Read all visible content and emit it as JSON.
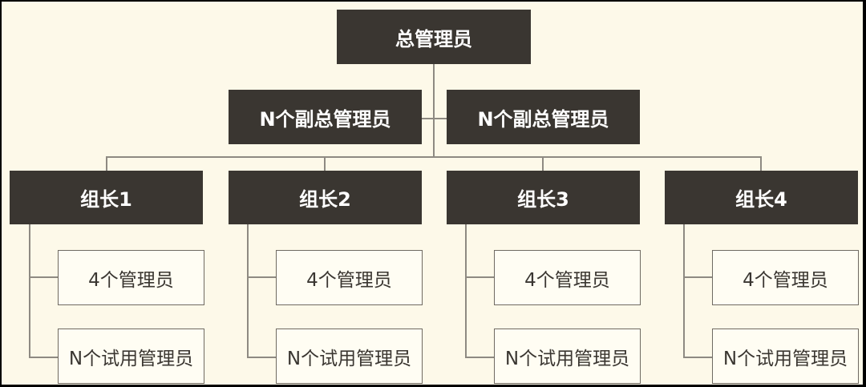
{
  "colors": {
    "panel_background": "#fdf9e9",
    "dark_box": "#3a3631",
    "dark_box_text": "#ffffff",
    "light_box": "#fffdf3",
    "light_box_text": "#3a3631",
    "connector": "#8e8a82",
    "frame": "#000000"
  },
  "root": {
    "label": "总管理员"
  },
  "deputies": [
    {
      "label": "N个副总管理员"
    },
    {
      "label": "N个副总管理员"
    }
  ],
  "groups": [
    {
      "leader": "组长1",
      "members": [
        "4个管理员",
        "N个试用管理员"
      ]
    },
    {
      "leader": "组长2",
      "members": [
        "4个管理员",
        "N个试用管理员"
      ]
    },
    {
      "leader": "组长3",
      "members": [
        "4个管理员",
        "N个试用管理员"
      ]
    },
    {
      "leader": "组长4",
      "members": [
        "4个管理员",
        "N个试用管理员"
      ]
    }
  ]
}
